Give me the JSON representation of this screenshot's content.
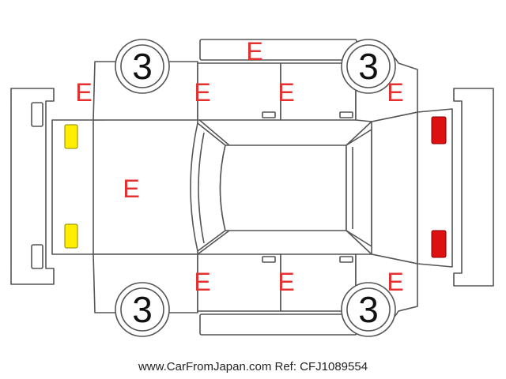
{
  "colors": {
    "outline": "#555555",
    "damage_mark": "#e53030",
    "wheel_text": "#111111",
    "front_lights": "#ffee00",
    "rear_lights": "#dd1111"
  },
  "damage_code": "E",
  "wheels": {
    "front_left": "3",
    "front_right": "3",
    "rear_left": "3",
    "rear_right": "3"
  },
  "damage_marks": {
    "top_strip": "E",
    "left_front_fender": "E",
    "left_front_door": "E",
    "left_rear_door": "E",
    "left_rear_quarter": "E",
    "hood": "E",
    "right_front_door": "E",
    "right_rear_door": "E",
    "right_rear_quarter": "E"
  },
  "footer": {
    "text": "www.CarFromJapan.com Ref: CFJ1089554"
  }
}
